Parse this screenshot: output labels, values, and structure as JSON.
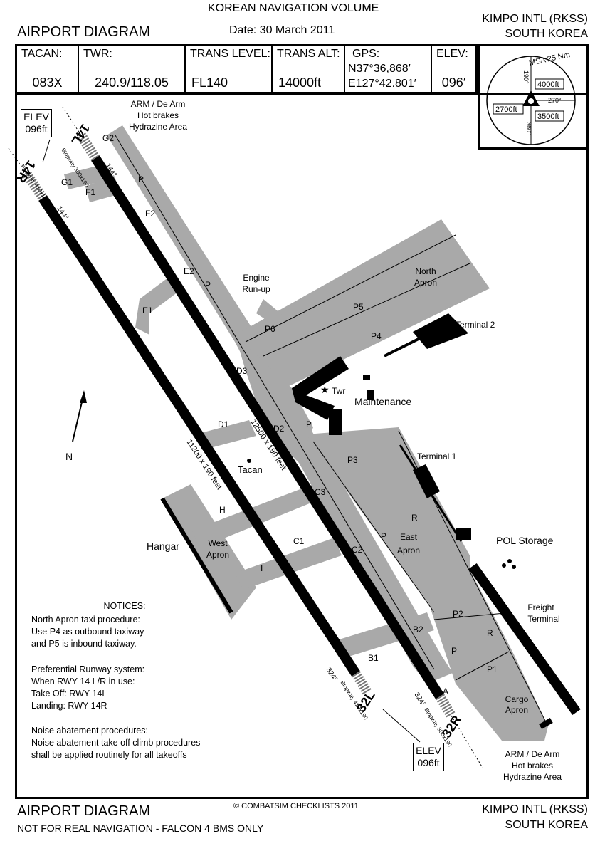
{
  "header": {
    "volume": "KOREAN NAVIGATION VOLUME",
    "title": "AIRPORT DIAGRAM",
    "date": "Date: 30 March 2011",
    "airport": "KIMPO INTL (RKSS)",
    "country": "SOUTH KOREA"
  },
  "info": {
    "tacan_label": "TACAN:",
    "tacan_value": "083X",
    "twr_label": "TWR:",
    "twr_value": "240.9/118.05",
    "trans_level_label": "TRANS LEVEL:",
    "trans_level_value": "FL140",
    "trans_alt_label": "TRANS ALT:",
    "trans_alt_value": "14000ft",
    "gps_label": "GPS:",
    "gps_lat": "N37°36,868′",
    "gps_lon": "E127°42.801′",
    "elev_label": "ELEV:",
    "elev_value": "096′"
  },
  "msa": {
    "title": "MSA 25 Nm",
    "bearing_190": "190°",
    "bearing_270": "270°",
    "bearing_360": "360°",
    "alt_ne": "4000ft",
    "alt_w": "2700ft",
    "alt_se": "3500ft"
  },
  "map": {
    "arm_top": [
      "ARM / De Arm",
      "Hot brakes",
      "Hydrazine Area"
    ],
    "arm_bottom": [
      "ARM / De Arm",
      "Hot brakes",
      "Hydrazine Area"
    ],
    "elev_top": [
      "ELEV",
      "096ft"
    ],
    "elev_bottom": [
      "ELEV",
      "096ft"
    ],
    "rwy_14L": "14L",
    "rwy_14R": "14R",
    "rwy_32L": "32L",
    "rwy_32R": "32R",
    "hdg_144": "144°",
    "hdg_324": "324°",
    "stopway_top_L": "Stopway 300x190",
    "stopway_top_R": "Stopway 410x190",
    "stopway_bot_L": "Stopway 410x190",
    "stopway_bot_R": "Stopway 300x190",
    "rwy_dims_left": "11200 x 190 feet",
    "rwy_dims_right": "12500 x 190 feet",
    "engine_runup": [
      "Engine",
      "Run-up"
    ],
    "north_apron": [
      "North",
      "Apron"
    ],
    "terminal2": "Terminal 2",
    "terminal1": "Terminal 1",
    "twr": "Twr",
    "maintenance": "Maintenance",
    "tacan": "Tacan",
    "hangar": "Hangar",
    "west_apron": [
      "West",
      "Apron"
    ],
    "east_apron": [
      "East",
      "Apron"
    ],
    "pol_storage": "POL Storage",
    "freight_terminal": [
      "Freight",
      "Terminal"
    ],
    "cargo_apron": [
      "Cargo",
      "Apron"
    ],
    "north": "N",
    "taxiways": {
      "G2": "G2",
      "G1": "G1",
      "F1": "F1",
      "F2": "F2",
      "E2": "E2",
      "E1": "E1",
      "D3": "D3",
      "D2": "D2",
      "D1": "D1",
      "C3": "C3",
      "C2": "C2",
      "C1": "C1",
      "B2": "B2",
      "B1": "B1",
      "A": "A",
      "H": "H",
      "I": "I",
      "R": "R",
      "P": "P",
      "P1": "P1",
      "P2": "P2",
      "P3": "P3",
      "P4": "P4",
      "P5": "P5",
      "P6": "P6"
    }
  },
  "notices": {
    "title": "NOTICES:",
    "lines": [
      "North Apron taxi procedure:",
      "Use P4 as outbound taxiway",
      "and P5 is inbound taxiway.",
      "",
      "Preferential Runway system:",
      "When RWY 14 L/R in use:",
      "Take Off: RWY 14L",
      "Landing: RWY 14R",
      "",
      "Noise abatement procedures:",
      "Noise abatement take off climb procedures",
      "shall be applied routinely for all  takeoffs"
    ]
  },
  "footer": {
    "title": "AIRPORT DIAGRAM",
    "copyright": "© COMBATSIM CHECKLISTS 2011",
    "disclaimer": "NOT FOR REAL NAVIGATION - FALCON 4 BMS ONLY",
    "airport": "KIMPO INTL (RKSS)",
    "country": "SOUTH KOREA"
  }
}
